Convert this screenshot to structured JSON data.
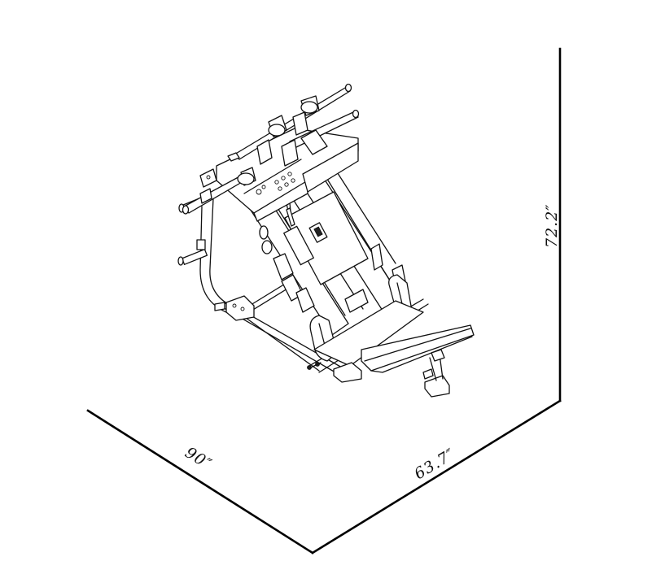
{
  "dimensions": {
    "width_label": "90″",
    "depth_label": "63.7″",
    "height_label": "72.2″"
  },
  "illustration": {
    "icon": "hack-squat-machine-line-drawing"
  }
}
